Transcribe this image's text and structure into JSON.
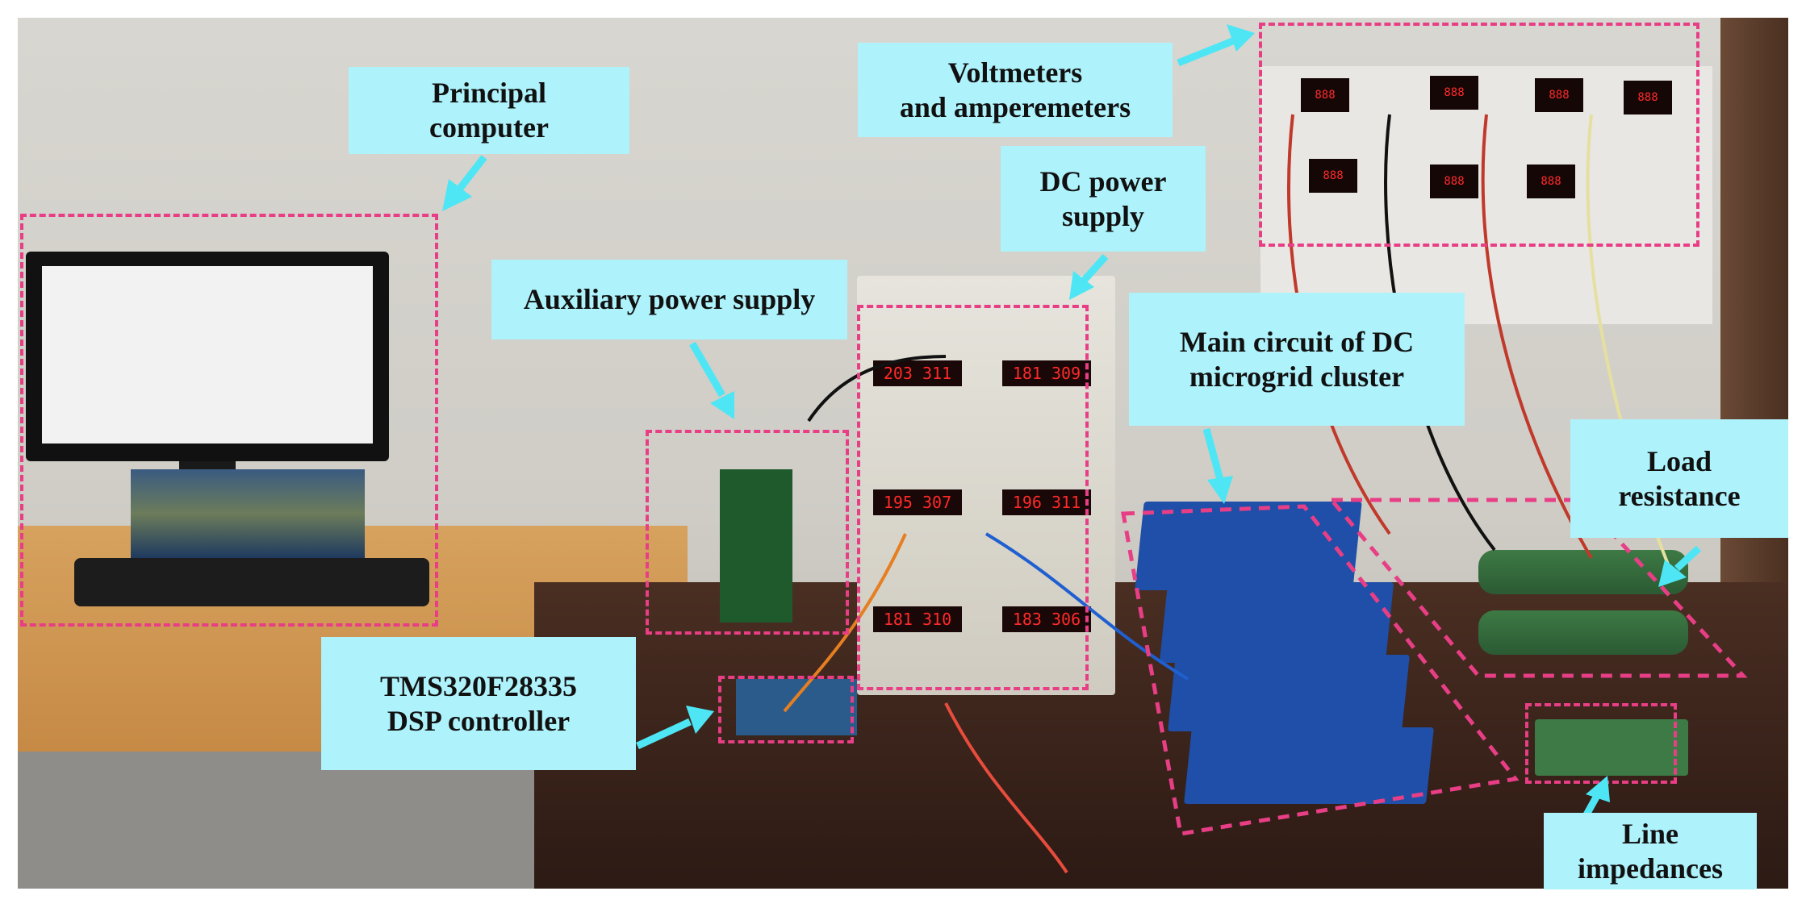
{
  "labels": {
    "principal_computer": {
      "line1": "Principal",
      "line2": "computer"
    },
    "voltmeters": {
      "line1": "Voltmeters",
      "line2": "and amperemeters"
    },
    "dc_power_supply": {
      "line1": "DC power",
      "line2": "supply"
    },
    "auxiliary_power_supply": {
      "line1": "Auxiliary power supply"
    },
    "main_circuit": {
      "line1": "Main circuit of DC",
      "line2": "microgrid cluster"
    },
    "load_resistance": {
      "line1": "Load",
      "line2": "resistance"
    },
    "dsp_controller": {
      "line1": "TMS320F28335",
      "line2": "DSP controller"
    },
    "line_impedances": {
      "line1": "Line",
      "line2": "impedances"
    }
  },
  "psu_displays": [
    "203 311",
    "181 309",
    "195 307",
    "196 311",
    "181 310",
    "183 306"
  ],
  "colors": {
    "label_background": "#aef2fb",
    "box_border": "#e83e86",
    "arrow": "#4ee6f5"
  }
}
